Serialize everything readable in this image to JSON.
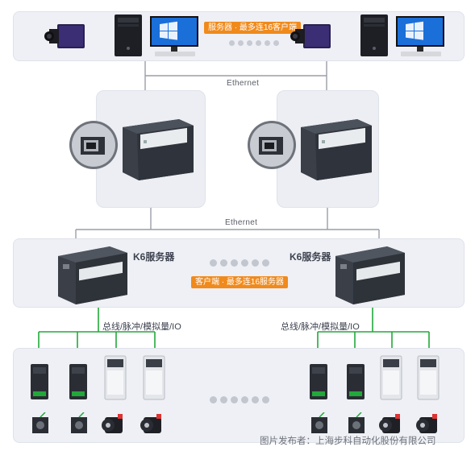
{
  "top": {
    "tag": "服务器 · 最多连16客户端",
    "ethernet_label": "Ethernet"
  },
  "mid": {
    "ethernet_label": "Ethernet"
  },
  "servers": {
    "left_label": "K6服务器",
    "right_label": "K6服务器",
    "tag": "客户端 · 最多连16服务器"
  },
  "bus": {
    "left_label": "总线/脉冲/模拟量/IO",
    "right_label": "总线/脉冲/模拟量/IO"
  },
  "footer": {
    "text": "图片发布者：上海步科自动化股份有限公司"
  },
  "colors": {
    "panel_bg": "#eef0f5",
    "tag_orange": "#f08a1c",
    "green_wire": "#22a83a",
    "grey_wire": "#9a9ea6"
  }
}
